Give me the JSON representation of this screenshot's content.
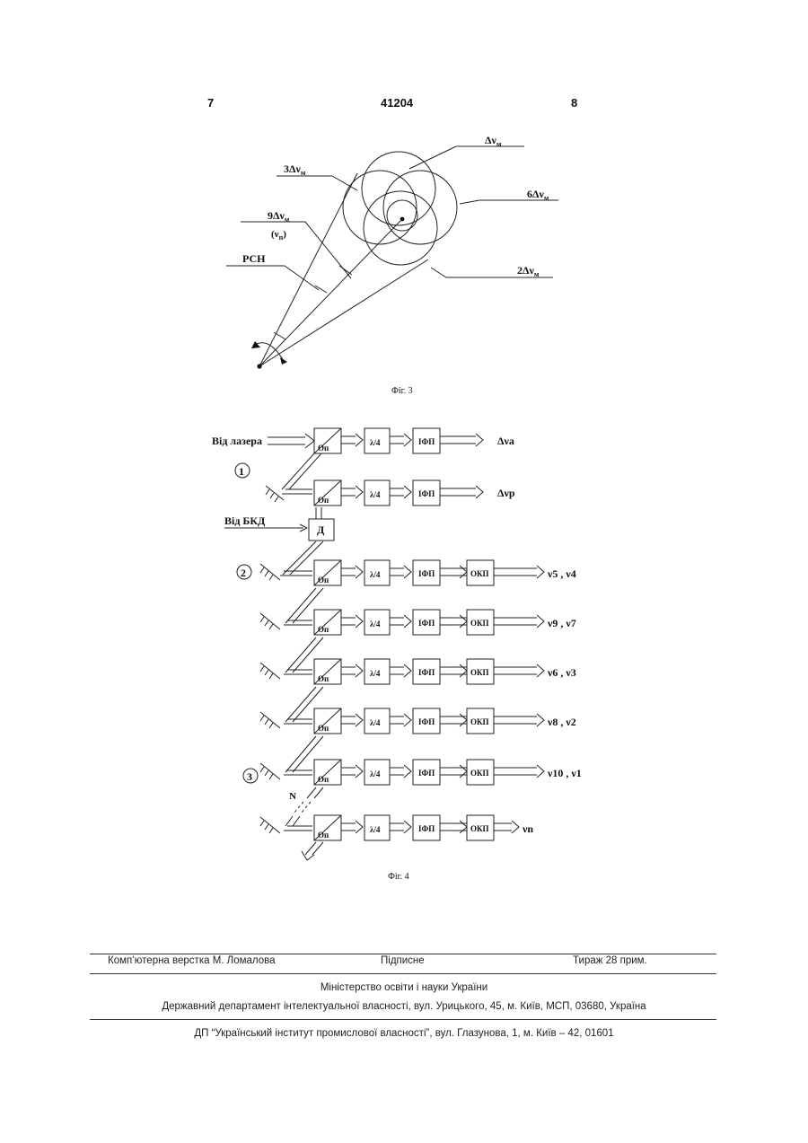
{
  "header": {
    "page_left": "7",
    "patent_number": "41204",
    "page_right": "8"
  },
  "fig3": {
    "caption": "Фіг. 3",
    "labels": {
      "dv_m": "Δν",
      "three_dv": "3Δν",
      "six_dv": "6Δν",
      "nine_dv": "9Δν",
      "nu_n": "(ν",
      "pcn": "РСН",
      "two_dv": "2Δν",
      "sub_m": "м",
      "sub_n": "п"
    }
  },
  "fig4": {
    "caption": "Фіг. 4",
    "from_laser": "Від лазера",
    "from_bkd": "Від БКД",
    "block_op": "Оп",
    "block_lambda": "λ/4",
    "block_ifp": "ІФП",
    "block_okp": "ОКП",
    "block_d": "Д",
    "marker_1": "1",
    "marker_2": "2",
    "marker_3": "3",
    "marker_n": "N",
    "outputs": [
      "Δνа",
      "Δνр",
      "ν5 , ν4",
      "ν9 , ν7",
      "ν6 , ν3",
      "ν8 , ν2",
      "ν10 , ν1",
      "νn"
    ]
  },
  "footer": {
    "layout": "Комп’ютерна верстка М. Ломалова",
    "signed": "Підписне",
    "circulation": "Тираж 28 прим.",
    "ministry": "Міністерство освіти і науки України",
    "department": "Державний департамент інтелектуальної власності, вул. Урицького, 45, м. Київ, МСП, 03680, Україна",
    "institute": "ДП “Український інститут промислової власності”, вул. Глазунова, 1, м. Київ – 42, 01601"
  }
}
